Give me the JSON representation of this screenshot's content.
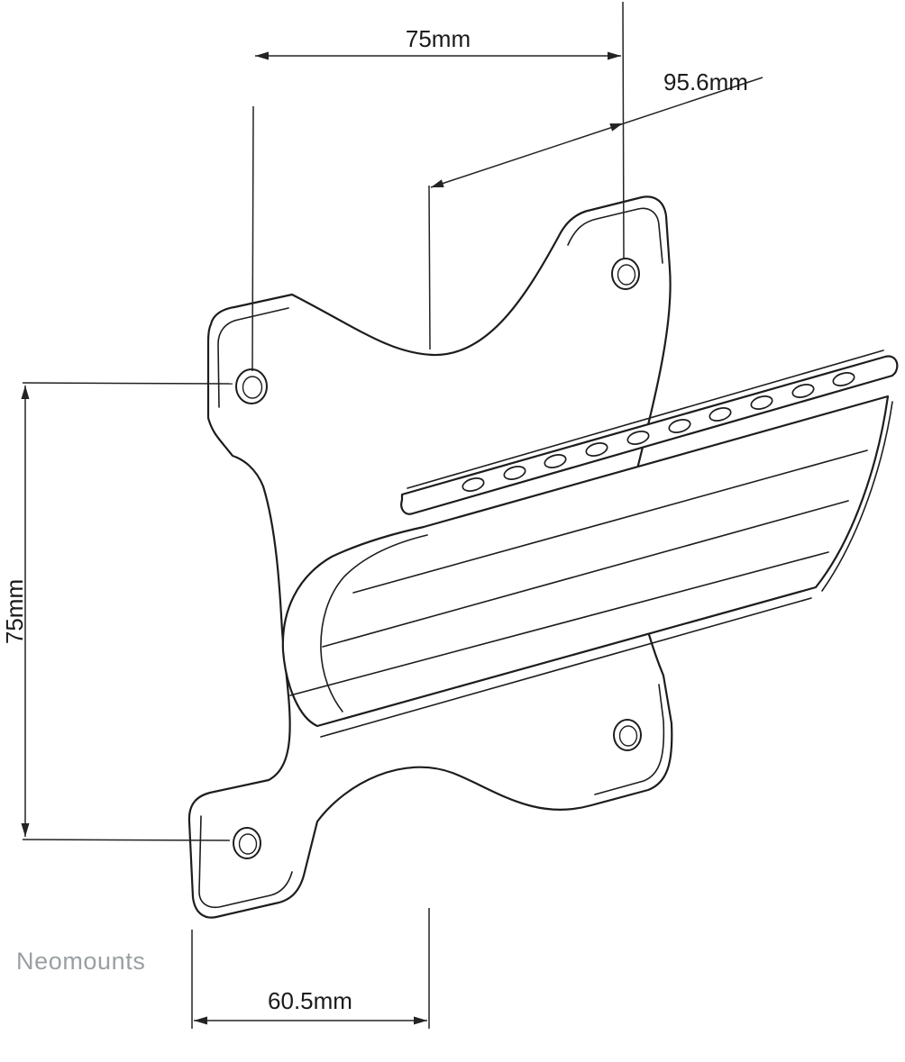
{
  "dimensions": {
    "top_width": "75mm",
    "depth": "95.6mm",
    "left_height": "75mm",
    "bottom_depth": "60.5mm"
  },
  "brand": {
    "wordmark": "Neomounts"
  },
  "colors": {
    "background": "#ffffff",
    "line": "#1d1d1f",
    "brand_text": "#9aa0a2"
  }
}
